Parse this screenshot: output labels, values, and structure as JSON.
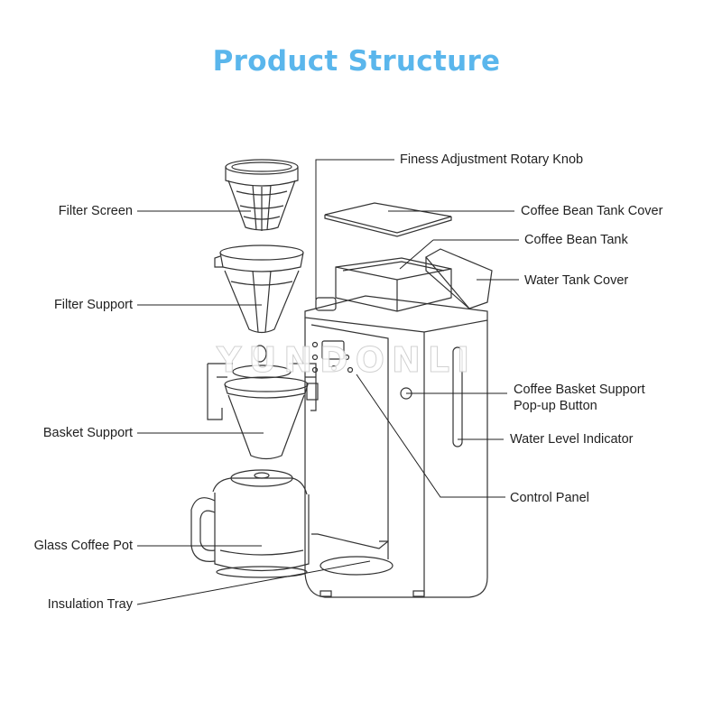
{
  "title": "Product Structure",
  "watermark": "YUNDONLI",
  "labels": {
    "finess_knob": "Finess Adjustment Rotary Knob",
    "bean_tank_cover": "Coffee Bean Tank Cover",
    "bean_tank": "Coffee Bean Tank",
    "water_tank_cover": "Water Tank Cover",
    "basket_popup_1": "Coffee Basket Support",
    "basket_popup_2": "Pop-up Button",
    "water_level": "Water Level Indicator",
    "control_panel": "Control Panel",
    "filter_screen": "Filter Screen",
    "filter_support": "Filter Support",
    "basket_support": "Basket Support",
    "glass_pot": "Glass Coffee Pot",
    "insulation_tray": "Insulation Tray"
  }
}
